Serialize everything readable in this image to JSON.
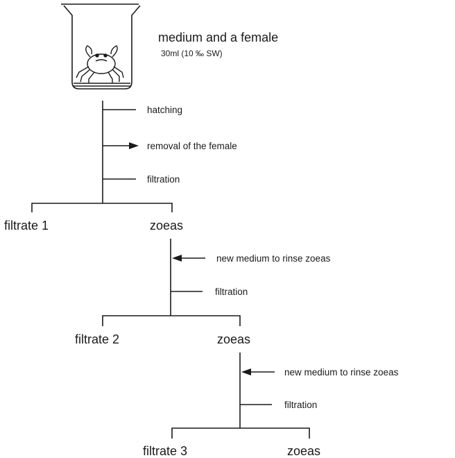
{
  "header": {
    "title": "medium and a female",
    "subtitle": "30ml (10 ‰ SW)"
  },
  "step1": {
    "hatching": "hatching",
    "removal": "removal of the female",
    "filtration": "filtration",
    "left_output": "filtrate 1",
    "right_output": "zoeas"
  },
  "step2": {
    "rinse": "new medium to rinse zoeas",
    "filtration": "filtration",
    "left_output": "filtrate 2",
    "right_output": "zoeas"
  },
  "step3": {
    "rinse": "new medium to rinse zoeas",
    "filtration": "filtration",
    "left_output": "filtrate 3",
    "right_output": "zoeas"
  },
  "icons": {
    "beaker": "beaker-icon",
    "crab": "crab-icon",
    "arrow_out": "arrow-right-icon",
    "arrow_in": "arrow-left-icon"
  },
  "colors": {
    "ink": "#1a1a1a",
    "background": "#ffffff"
  }
}
